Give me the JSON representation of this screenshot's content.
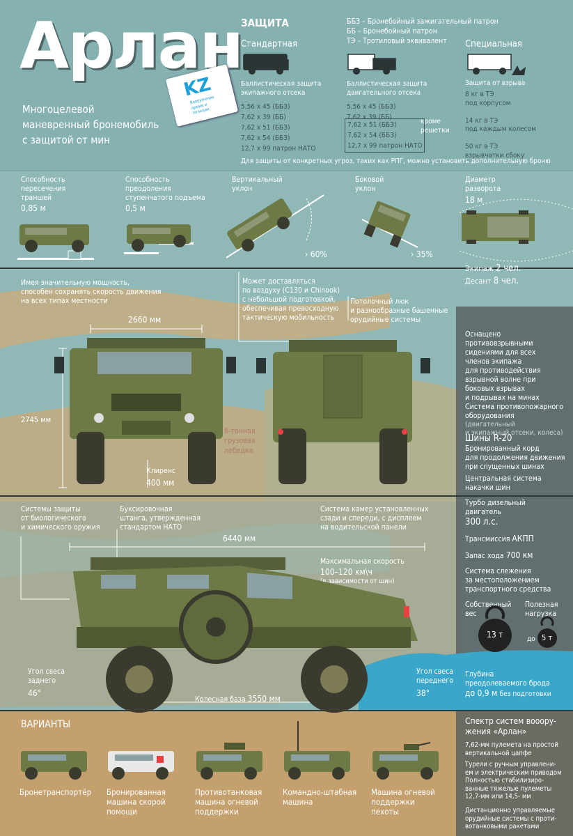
{
  "header": {
    "title": "Арлан",
    "subtitle": "Многоцелевой\nманевренный бронемобиль\nс защитой от мин",
    "tag": "KZ",
    "tag_caption": "Вооружение\nармии и\nполиции"
  },
  "protection": {
    "heading": "ЗАЩИТА",
    "legend": "ББЗ – Бронебойный зажигательный патрон\nББ – Бронебойный патрон\nТЭ – Тротиловый эквивалент",
    "standard": {
      "title": "Стандартная",
      "label": "Баллистическая защита\nэкипажного отсека",
      "list": "5,56 х 45 (ББЗ)\n7,62 х 39 (ББ)\n7,62 х 51 (ББЗ)\n7,62 х 54 (ББЗ)\n12,7 х 99 патрон НАТО"
    },
    "engine": {
      "label": "Баллистическая защита\nдвигательного отсека",
      "list_top": "5,56 х 45 (ББЗ)\n7,62 х 39 (ББ)",
      "list_boxed": "7,62 х 51 (ББЗ)\n7,62 х 54 (ББЗ)\n12,7 х 99 патрон НАТО",
      "note": "кроме\nрешетки"
    },
    "special": {
      "title": "Специальная",
      "label": "Защита от взрыва",
      "items": "8 кг в ТЭ\nпод корпусом\n\n14 кг в ТЭ\nпод каждым колесом\n\n50 кг в ТЭ\nвзрывчатки сбоку"
    },
    "footer": "Для защиты от конкретных угроз, таких как РПГ, можно установить дополнительную броню"
  },
  "mobility": {
    "trench_label": "Способность\nпересечения\nтраншей",
    "trench_value": "0,85 м",
    "step_label": "Способность\nпреодоления\nступенчатого подъема",
    "step_value": "0,5 м",
    "vslope_label": "Вертикальный\nуклон",
    "vslope_value": "› 60%",
    "sslope_label": "Боковой\nуклон",
    "sslope_value": "› 35%",
    "turn_label": "Диаметр\nразворота",
    "turn_value": "18 м"
  },
  "crew": {
    "crew_label": "Экипаж",
    "crew_value": "2 чел.",
    "troops_label": "Десант",
    "troops_value": "8 чел."
  },
  "front": {
    "power": "Имея значительную мощность,\nспособен сохранять скорость движения\nна всех типах местности",
    "air": "Может доставляться\nпо воздуху (С130 и Chinook)\nс небольшой подготовкой,\nобеспечивая превосходную\nтактическую мобильность",
    "hatch": "Потолочный люк\nи разнообразные башенные\nорудийные системы",
    "width": "2660 мм",
    "height": "2745 мм",
    "winch": "8-тонная\nгрузовая\nлебедка",
    "clearance_label": "Клиренс",
    "clearance_value": "400 мм"
  },
  "side": {
    "bio": "Системы защиты\nот биологического\nи химического оружия",
    "tow": "Буксировочная\nштанга, утвержденная\nстандартом НАТО",
    "camera": "Система камер установленных\nсзади и спереди, с дисплеем\nна водительской панели",
    "length": "6440 мм",
    "speed_label": "Максимальная скорость",
    "speed_value": "100–120 км\\ч",
    "speed_note": "(в зависимости от шин)",
    "rear_angle_label": "Угол свеса\nзаднего",
    "rear_angle_value": "46°",
    "front_angle_label": "Угол свеса\nпереднего",
    "front_angle_value": "38°",
    "wheelbase_label": "Колесная база",
    "wheelbase_value": "3550 мм",
    "ford_label": "Глубина\nпреодолеваемого брода",
    "ford_value": "до 0,9 м",
    "ford_note": "без подготовки"
  },
  "specs": {
    "seats": "Оснащено\nпротивовзрывными\nсидениями для всех\nчленов экипажа\nдля противодействия\nвзрывной волне при\nбоковых взрывах\nи подрывах на минах",
    "fire_title": "Система противопожарного\nоборудования",
    "fire_note": "(двигательный\nи экипажный отсеки, колеса)",
    "tires_title": "Шины R-20",
    "tires_text": "Бронированный корд\nдля продолжения движения\nпри спущенных шинах",
    "inflation": "Центральная система\nнакачки шин",
    "engine_label": "Турбо дизельный\nдвигатель",
    "engine_value": "300 л.с.",
    "trans_label": "Трансмиссия",
    "trans_value": "АКПП",
    "range_label": "Запас хода",
    "range_value": "700 км",
    "tracking": "Система слежения\nза местоположением\nтранспортного средства",
    "weight_label": "Собственный\nвес",
    "weight_value": "13 т",
    "payload_label": "Полезная\nнагрузка",
    "payload_prefix": "до",
    "payload_value": "5 т"
  },
  "variants": {
    "heading": "ВАРИАНТЫ",
    "items": [
      "Бронетранспортёр",
      "Бронированная\nмашина скорой\nпомощи",
      "Противотанковая\nмашина огневой\nподдержки",
      "Командно-штабная\nмашина",
      "Машина огневой\nподдержки\nпехоты"
    ]
  },
  "weapons": {
    "title": "Спектр систем вооору-\nжения «Арлан»",
    "items": [
      "7,62-мм пулемета на простой\nвертикальной цапфе",
      "Турели с ручным управлени-\nем и электрическим приводом Полностью стабилизиро-\nванные тяжелые пулеметы\n12,7-мм или 14,5- мм",
      "Дистанционно управляемые\nорудийные системы с проти-\nвотанковыми ракетами"
    ]
  },
  "colors": {
    "olive": "#6e7a45",
    "olive_dark": "#4f5a33",
    "teal": "#8fb8b6",
    "sand": "#c8aa78",
    "panel": "#5b6466",
    "water": "#3aa6c9"
  }
}
